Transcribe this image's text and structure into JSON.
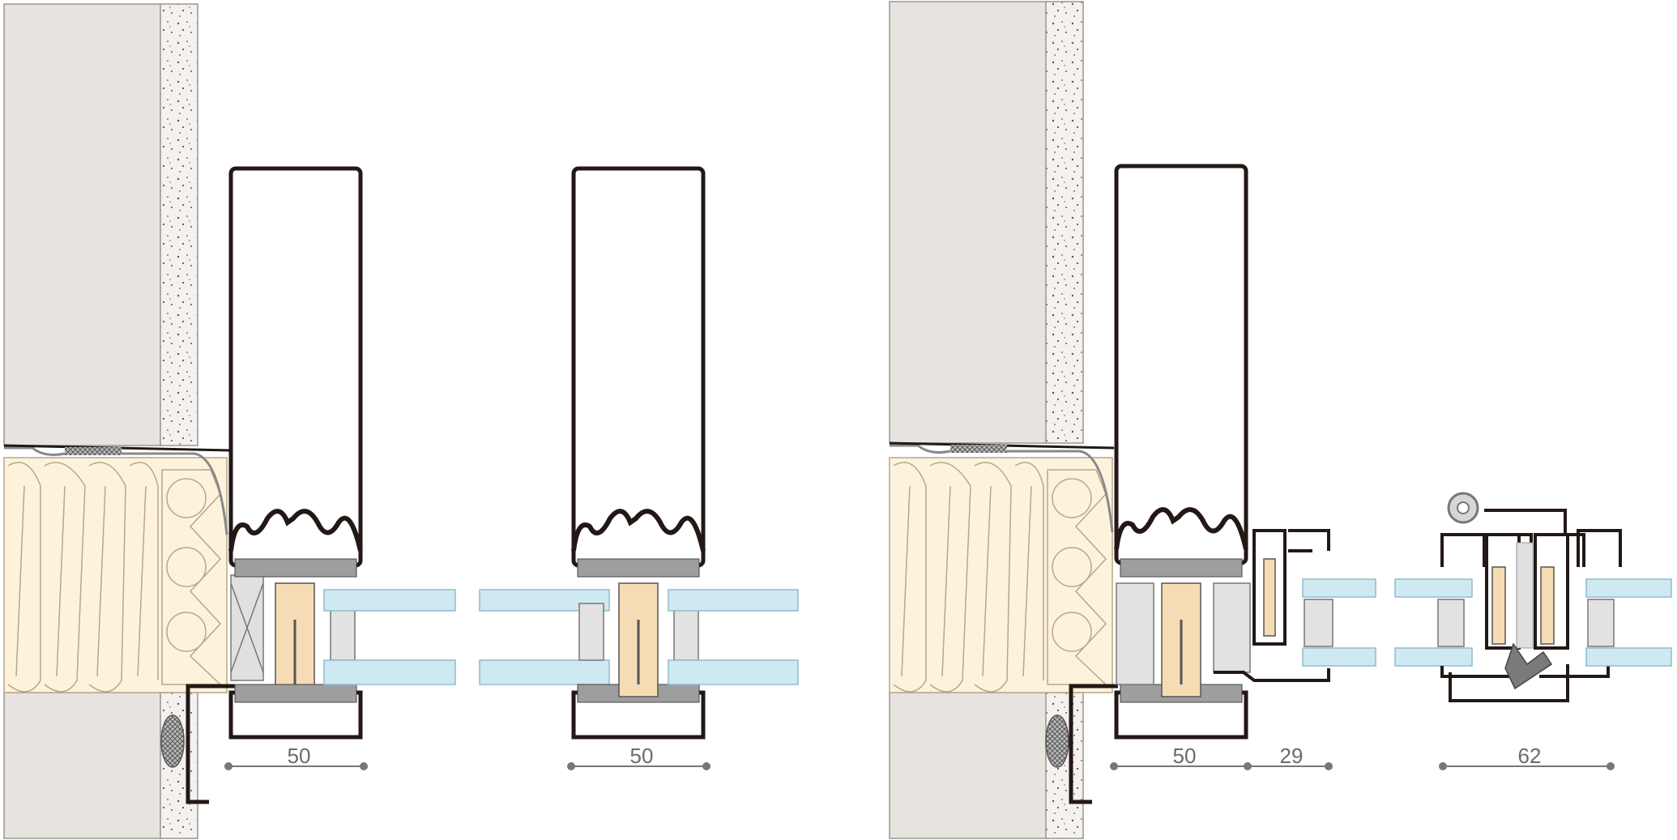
{
  "colors": {
    "wall": "#e7e3df",
    "plaster": "#f4f1ee",
    "insulation_fill": "#fdf3dc",
    "insulation_line": "#b8a68a",
    "frame_stroke": "#231815",
    "glass": "#cfe9f2",
    "glass_edge": "#8fbccc",
    "thermal_break": "#f6dcb4",
    "gasket": "#6e6e6e",
    "spacer": "#e2e2e2",
    "dimension": "#777777"
  },
  "dimensions": {
    "left_section": {
      "main": "50"
    },
    "middle_section": {
      "main": "50"
    },
    "right_section": {
      "main": "50",
      "sash": "29",
      "slider": "62"
    }
  }
}
